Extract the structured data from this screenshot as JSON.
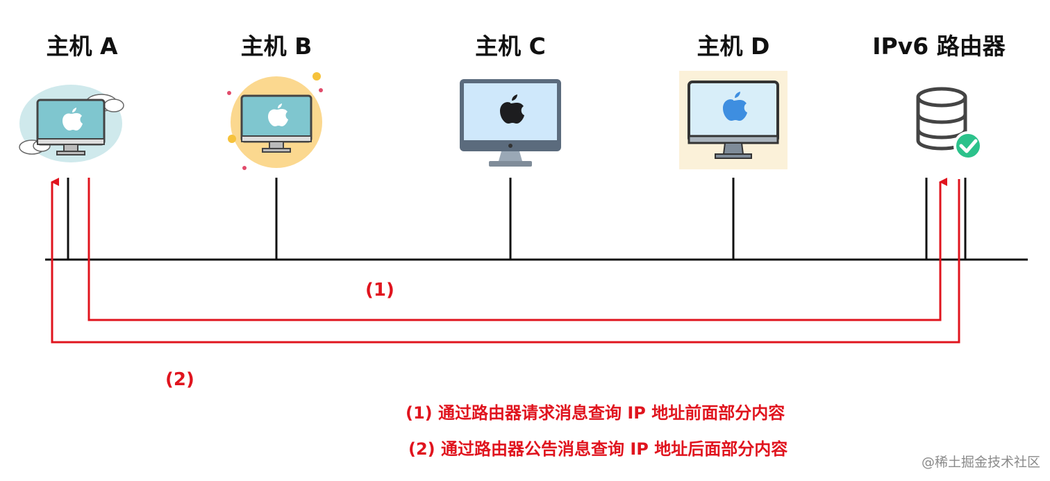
{
  "hosts": [
    {
      "label": "主机 A",
      "icon": "monitor-apple-icon"
    },
    {
      "label": "主机 B",
      "icon": "monitor-apple-icon"
    },
    {
      "label": "主机 C",
      "icon": "monitor-apple-icon"
    },
    {
      "label": "主机 D",
      "icon": "monitor-apple-icon"
    }
  ],
  "router": {
    "label": "IPv6 路由器",
    "icon": "database-check-icon"
  },
  "steps": {
    "one": "(1)",
    "two": "(2)"
  },
  "legend": {
    "line1": "(1)  通过路由器请求消息查询 IP 地址前面部分内容",
    "line2": "(2) 通过路由器公告消息查询 IP 地址后面部分内容"
  },
  "watermark": "@稀土掘金技术社区",
  "colors": {
    "arrow": "#e0141e",
    "line": "#111111"
  }
}
